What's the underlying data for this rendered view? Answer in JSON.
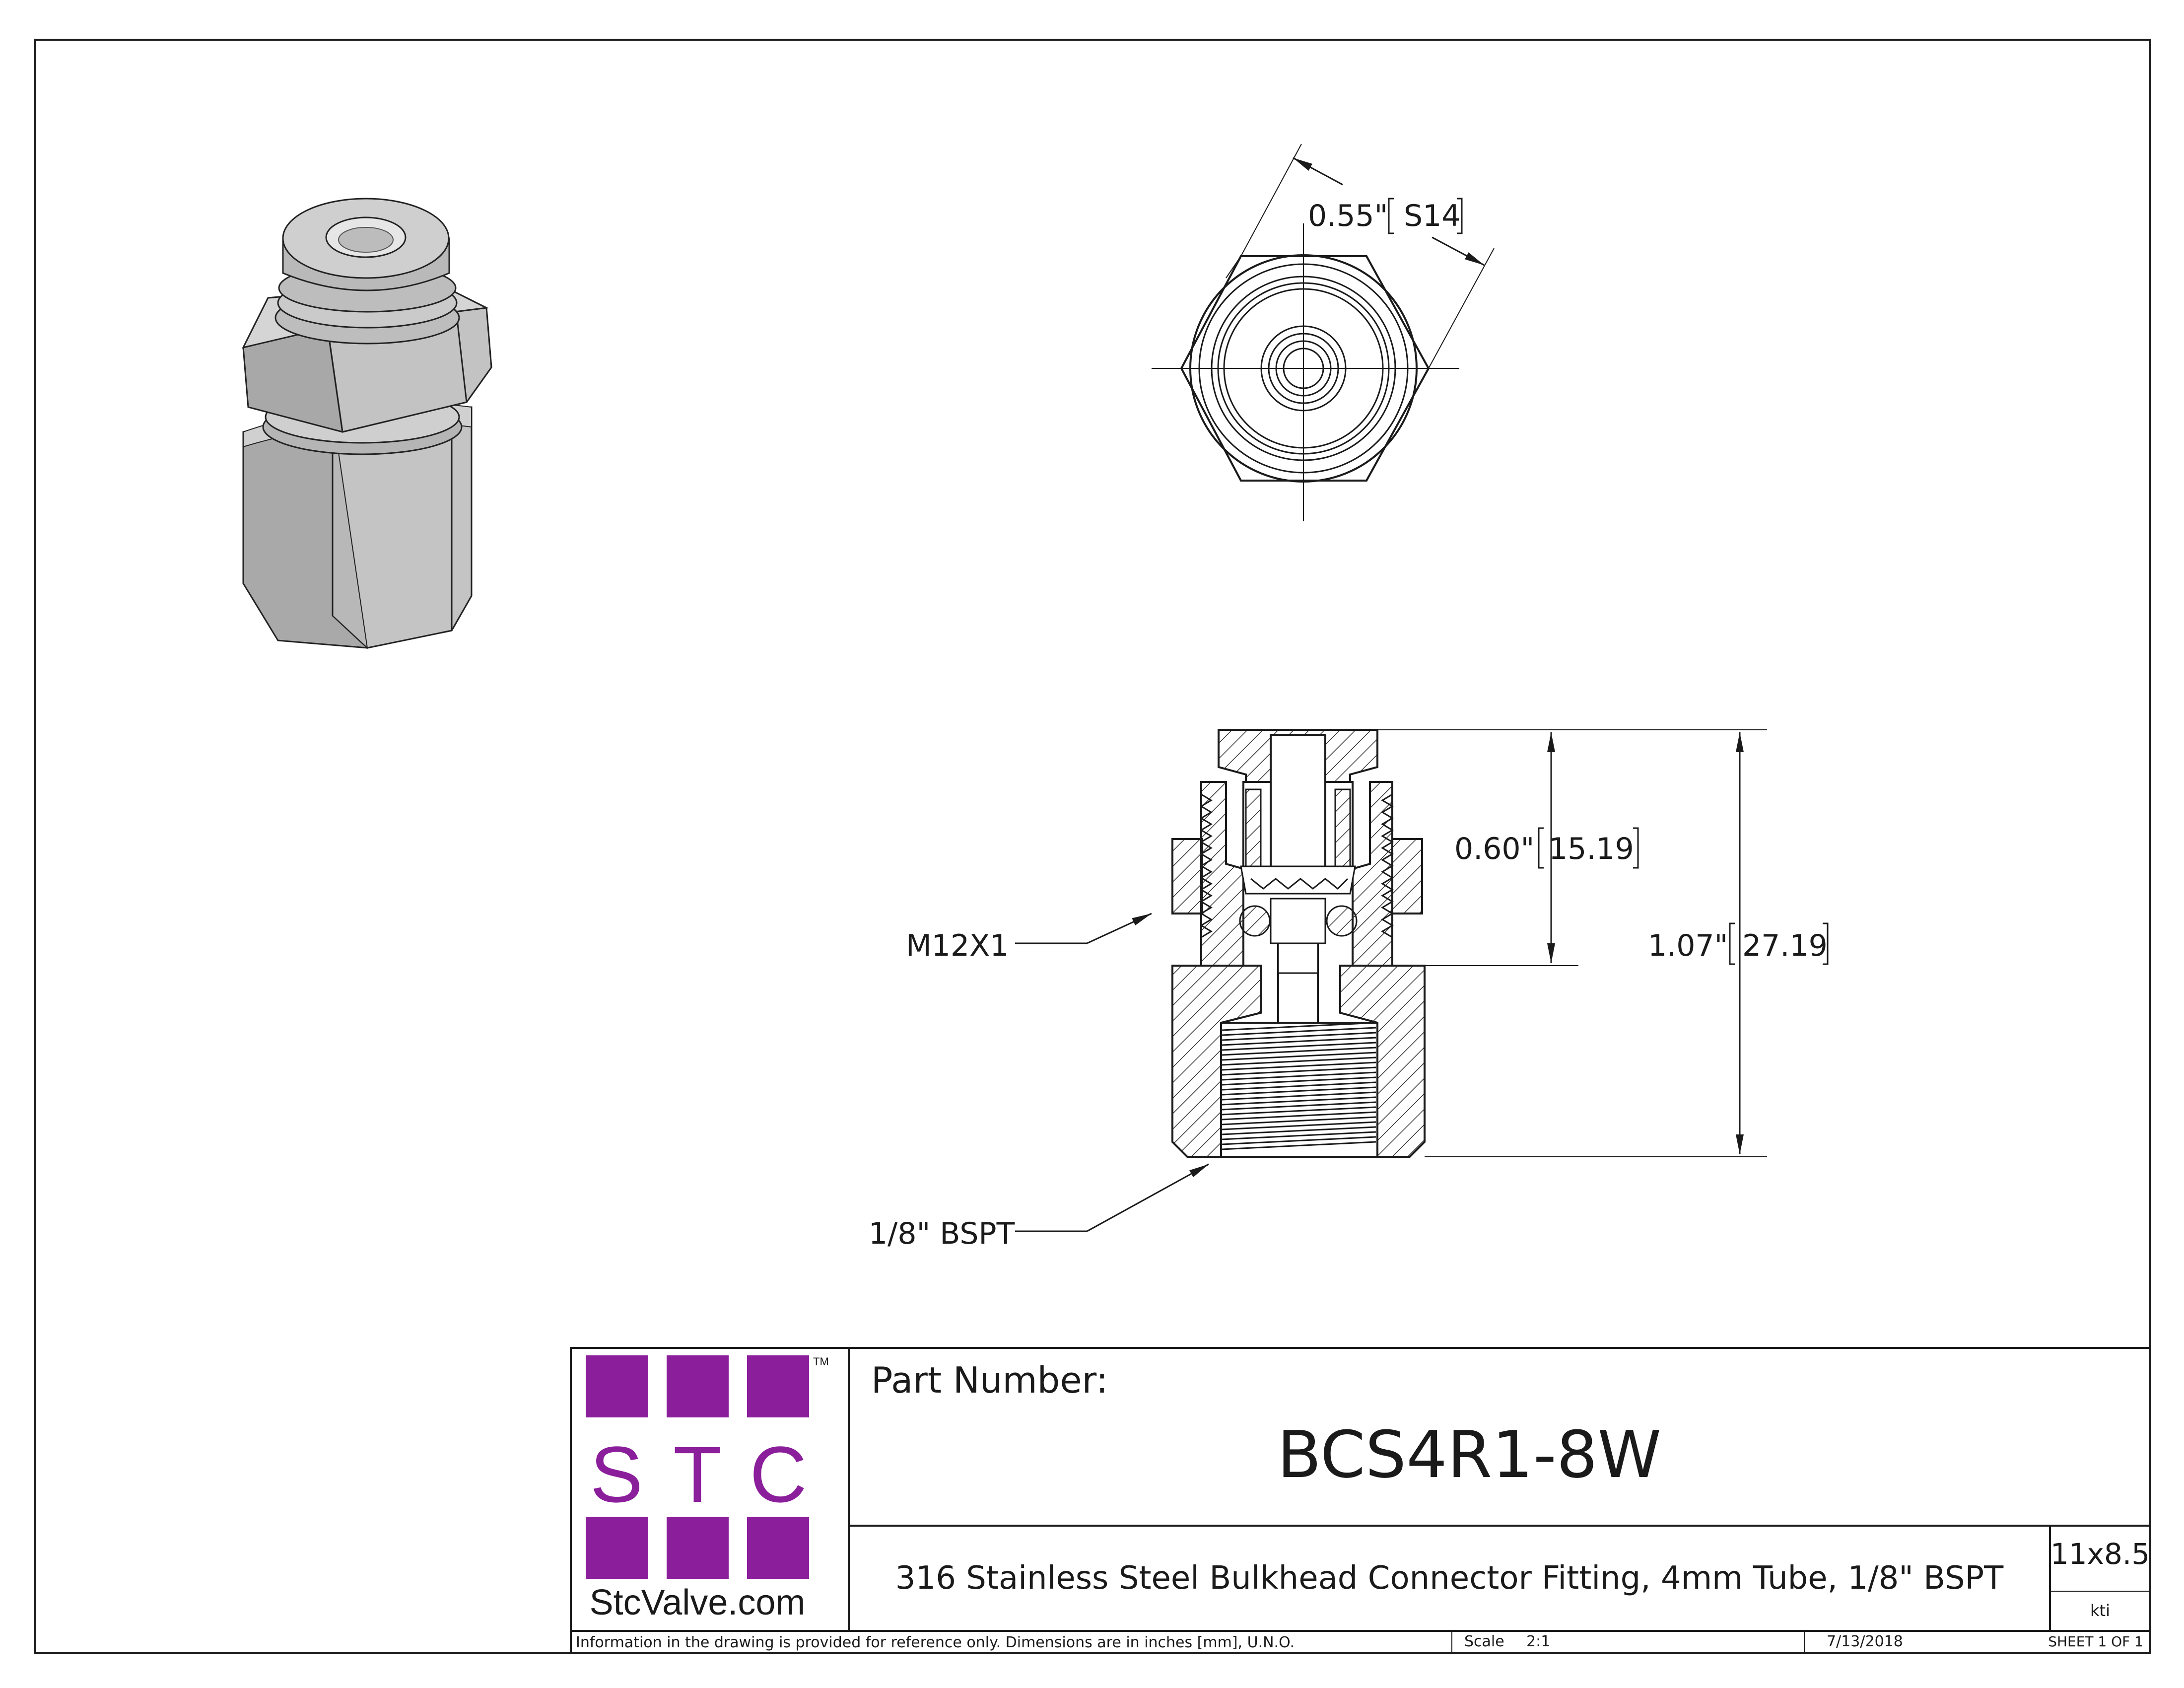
{
  "colors": {
    "brand_purple": "#8B1E9B",
    "line": "#1a1a1a",
    "metal_light": "#c9c9c9",
    "metal_mid": "#a9a9a9",
    "metal_dark": "#8a8a8a"
  },
  "dimensions": {
    "hex_across_flats": "0.55\"",
    "hex_across_flats_mm": "S14",
    "short_height": "0.60\"",
    "short_height_mm": "15.19",
    "overall_height": "1.07\"",
    "overall_height_mm": "27.19",
    "thread_upper": "M12X1",
    "thread_lower": "1/8\" BSPT"
  },
  "logo": {
    "letters": [
      "S",
      "T",
      "C"
    ],
    "tm": "TM",
    "site": "StcValve.com"
  },
  "title_block": {
    "part_number_label": "Part Number:",
    "part_number": "BCS4R1-8W",
    "description": "316 Stainless Steel Bulkhead Connector Fitting, 4mm Tube, 1/8\" BSPT",
    "sheet_size": "11x8.5",
    "drawn_by": "kti",
    "note": "Information in the drawing is provided for reference only. Dimensions are in inches [mm], U.N.O.",
    "scale_label": "Scale",
    "scale_value": "2:1",
    "date": "7/13/2018",
    "sheet": "SHEET 1 OF 1"
  }
}
